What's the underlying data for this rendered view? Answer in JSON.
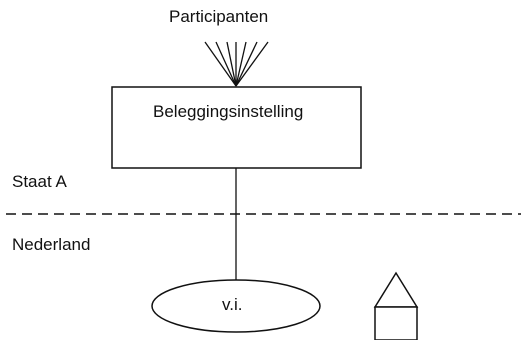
{
  "diagram": {
    "participants_label": "Participanten",
    "entity_label": "Beleggingsinstelling",
    "state_a_label": "Staat A",
    "netherlands_label": "Nederland",
    "vi_label": "v.i."
  },
  "icons": {
    "building": "house-icon"
  },
  "colors": {
    "stroke": "#111111",
    "background": "#ffffff"
  }
}
